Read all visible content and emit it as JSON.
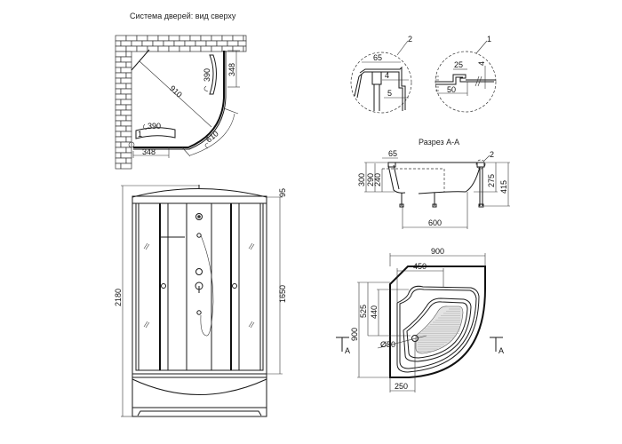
{
  "top_view": {
    "title": "Система дверей: вид сверху",
    "dim_diagonal": "910",
    "dim_door_width_right": "390",
    "dim_door_offset_right": "348",
    "dim_door_width_bottom": "390",
    "dim_door_offset_bottom": "348",
    "dim_arc": "610",
    "marker": "1"
  },
  "detail_2": {
    "label": "2",
    "dim_width": "65",
    "dim_a": "4",
    "dim_b": "5"
  },
  "detail_1": {
    "label": "1",
    "dim_width": "25",
    "dim_thickness": "4",
    "dim_base": "50"
  },
  "section_aa": {
    "title": "Разрез А-А",
    "dim_rim": "65",
    "dim_h300": "300",
    "dim_h290": "290",
    "dim_h240": "240",
    "dim_h275": "275",
    "dim_h415": "415",
    "dim_width": "600",
    "marker": "2"
  },
  "front_view": {
    "dim_total_height": "2180",
    "dim_roof": "95",
    "dim_door_height": "1650"
  },
  "tray_plan": {
    "dim_width": "900",
    "dim_depth": "900",
    "dim_inner_width": "450",
    "dim_525": "525",
    "dim_440": "440",
    "dim_drain": "Ø50",
    "dim_drain_offset": "250",
    "section_mark_left": "A",
    "section_mark_right": "A"
  }
}
